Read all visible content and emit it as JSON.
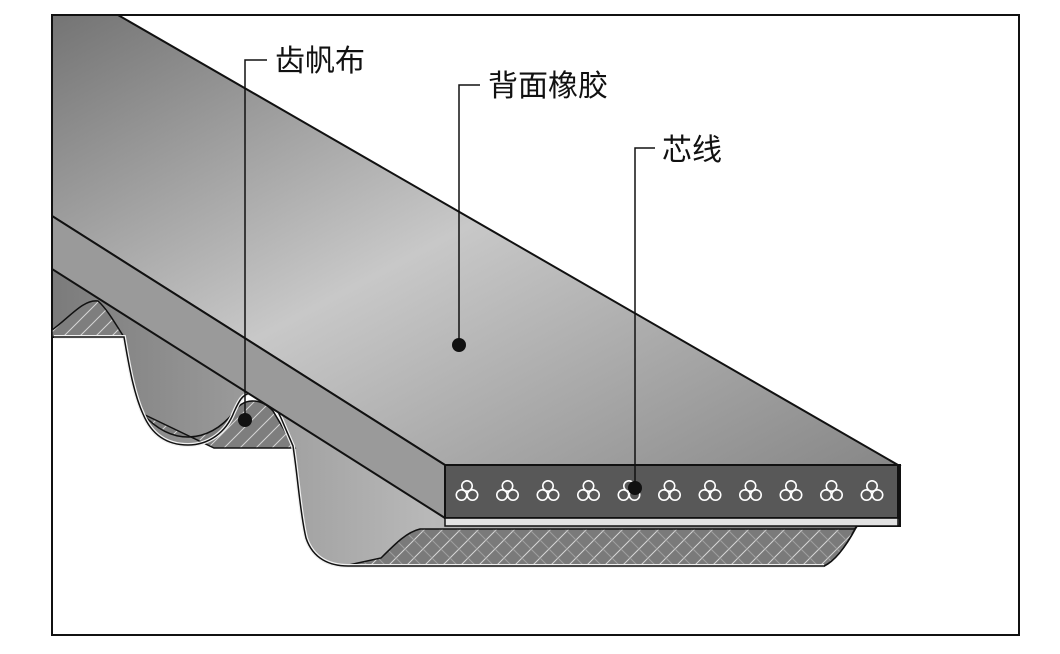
{
  "diagram": {
    "labels": {
      "tooth_fabric": "齿帆布",
      "back_rubber": "背面橡胶",
      "tensile_cord": "芯线"
    },
    "cord_count": 11,
    "colors": {
      "frame": "#111111",
      "belt_top_light": "#c8c8c8",
      "belt_top_dark": "#8f8f8f",
      "belt_side_light": "#b5b5b5",
      "belt_side_dark": "#6f6f6f",
      "cross_section": "#565656",
      "cord_stroke": "#ffffff",
      "fabric_layer": "#e0e0e0",
      "teeth_fill": "#777777",
      "hatch_line": "#d8d8d8",
      "leader": "#111111"
    }
  }
}
